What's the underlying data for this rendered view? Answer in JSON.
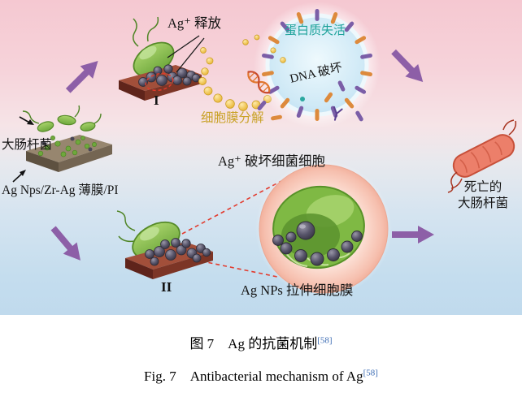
{
  "colors": {
    "arrow_purple": "#8d5fa7",
    "teal_label": "#1fa39b",
    "gold_label": "#c9a227",
    "reference_blue": "#3c6cb4",
    "background_top_pink": "#f5c8d1",
    "background_bottom_blue": "#c0daed",
    "bacteria_green": "#7fb944",
    "nanoparticle_gray": "#57546a",
    "dead_cell_red": "#ec7f6a",
    "membrane_rod_purple": "#7b5ea7",
    "membrane_rod_orange": "#dd8a3c"
  },
  "diagram": {
    "labels": {
      "ag_release": "Ag⁺ 释放",
      "stage1": "I",
      "stage2": "II",
      "protein_inactivation": "蛋白质失活",
      "dna_damage": "DNA 破坏",
      "membrane_breakdown": "细胞膜分解",
      "ecoli": "大肠杆菌",
      "film": "Ag Nps/Zr-Ag 薄膜/PI",
      "ag_destroy_cell": "Ag⁺ 破坏细菌细胞",
      "ag_stretch_membrane": "Ag NPs 拉伸细胞膜",
      "dead_ecoli_line1": "死亡的",
      "dead_ecoli_line2": "大肠杆菌"
    }
  },
  "captions": {
    "zh": "图 7　Ag 的抗菌机制",
    "zh_ref": "[58]",
    "en": "Fig. 7　Antibacterial mechanism of Ag",
    "en_ref": "[58]"
  }
}
